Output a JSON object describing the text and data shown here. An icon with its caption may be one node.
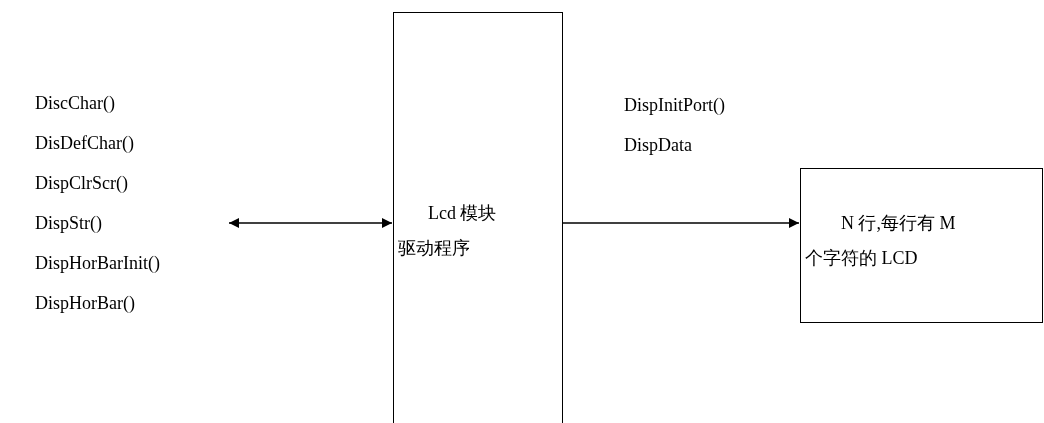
{
  "diagram": {
    "nodes": [
      {
        "text": [
          "DiscChar()",
          "DisDefChar()",
          "DispClrScr()",
          "DispStr()",
          "DispHorBarInit()",
          "DispHorBar()"
        ]
      },
      {
        "text": [
          "Lcd 模块驱动程序"
        ]
      },
      {
        "text": [
          "N 行,每行有 M 个字符的 LCD"
        ]
      }
    ],
    "edges": [
      {
        "from": 0,
        "to": 1,
        "arrow": "both"
      },
      {
        "from": 1,
        "to": 2,
        "arrow": "to",
        "label": "DispInitPort() DispData"
      }
    ]
  }
}
